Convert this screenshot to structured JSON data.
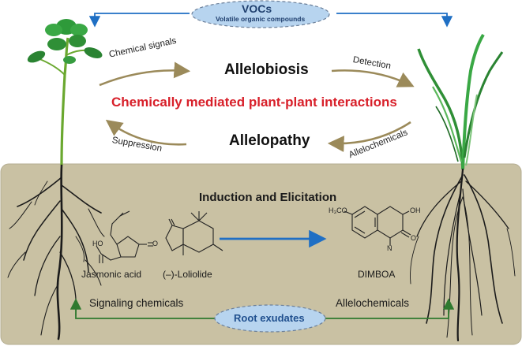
{
  "vocs": {
    "title": "VOCs",
    "subtitle": "Volatile organic compounds"
  },
  "center": {
    "allelobiosis": "Allelobiosis",
    "title": "Chemically mediated plant-plant interactions",
    "allelopathy": "Allelopathy"
  },
  "arrows": {
    "chemical_signals": "Chemical signals",
    "detection": "Detection",
    "suppression": "Suppression",
    "allelochemicals": "Allelochemicals"
  },
  "soil": {
    "heading": "Induction and Elicitation",
    "compounds": {
      "jasmonic": "Jasmonic acid",
      "loliolide": "(–)-Loliolide",
      "dimboa": "DIMBOA"
    },
    "signaling_chemicals": "Signaling chemicals",
    "allelochemicals": "Allelochemicals",
    "root_exudates": "Root exudates"
  },
  "structure_labels": {
    "ho": "HO",
    "o": "O",
    "h3co": "H₃CO",
    "oh": "OH",
    "n": "N",
    "o2": "O"
  },
  "colors": {
    "soil": "#c9c1a3",
    "arrow_gold": "#9b8a5a",
    "arrow_blue": "#1f6fc4",
    "arrow_green": "#2f7a2f",
    "ellipse_fill": "#b7d4ef",
    "red_text": "#d8202a"
  }
}
